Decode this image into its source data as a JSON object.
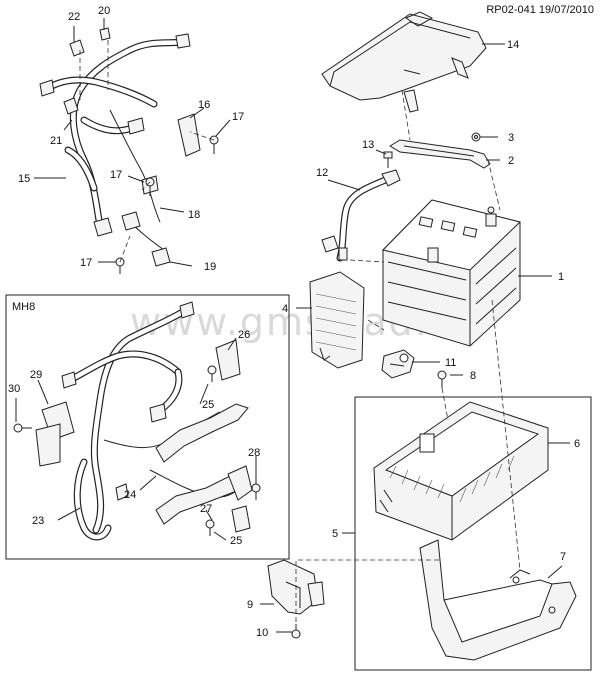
{
  "reference": "RP02-041 19/07/2010",
  "watermark": "www.gmsklad.ru",
  "inset_label": "MH8",
  "callouts": {
    "c1": "1",
    "c2": "2",
    "c3": "3",
    "c4": "4",
    "c5": "5",
    "c6": "6",
    "c7": "7",
    "c8": "8",
    "c9": "9",
    "c10": "10",
    "c11": "11",
    "c12": "12",
    "c13": "13",
    "c14": "14",
    "c15": "15",
    "c16": "16",
    "c17a": "17",
    "c17b": "17",
    "c17c": "17",
    "c18": "18",
    "c19": "19",
    "c20": "20",
    "c21": "21",
    "c22": "22",
    "c23": "23",
    "c24": "24",
    "c25a": "25",
    "c25b": "25",
    "c26": "26",
    "c27": "27",
    "c28": "28",
    "c29": "29",
    "c30": "30"
  }
}
